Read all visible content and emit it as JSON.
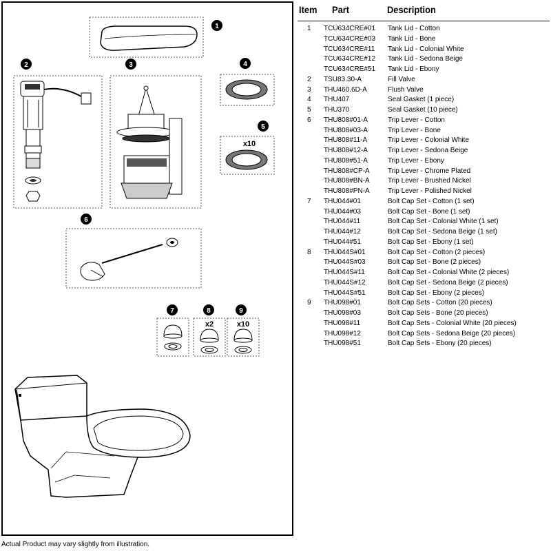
{
  "table": {
    "headers": {
      "item": "Item",
      "part": "Part",
      "description": "Description"
    },
    "rows": [
      {
        "item": "1",
        "part": "TCU634CRE#01",
        "description": "Tank Lid - Cotton"
      },
      {
        "item": "",
        "part": "TCU634CRE#03",
        "description": "Tank Lid - Bone"
      },
      {
        "item": "",
        "part": "TCU634CRE#11",
        "description": "Tank Lid - Colonial White"
      },
      {
        "item": "",
        "part": "TCU634CRE#12",
        "description": "Tank Lid - Sedona Beige"
      },
      {
        "item": "",
        "part": "TCU634CRE#51",
        "description": "Tank Lid - Ebony"
      },
      {
        "item": "2",
        "part": "TSU83.30-A",
        "description": "Fill Valve"
      },
      {
        "item": "3",
        "part": "THU460.6D-A",
        "description": "Flush Valve"
      },
      {
        "item": "4",
        "part": "THU407",
        "description": "Seal Gasket (1 piece)"
      },
      {
        "item": "5",
        "part": "THU370",
        "description": "Seal Gasket (10 piece)"
      },
      {
        "item": "6",
        "part": "THU808#01-A",
        "description": "Trip Lever - Cotton"
      },
      {
        "item": "",
        "part": "THU808#03-A",
        "description": "Trip Lever - Bone"
      },
      {
        "item": "",
        "part": "THU808#11-A",
        "description": "Trip Lever - Colonial White"
      },
      {
        "item": "",
        "part": "THU808#12-A",
        "description": "Trip Lever - Sedona Beige"
      },
      {
        "item": "",
        "part": "THU808#51-A",
        "description": "Trip Lever - Ebony"
      },
      {
        "item": "",
        "part": "THU808#CP-A",
        "description": "Trip Lever - Chrome Plated"
      },
      {
        "item": "",
        "part": "THU808#BN-A",
        "description": "Trip Lever - Brushed Nickel"
      },
      {
        "item": "",
        "part": "THU808#PN-A",
        "description": "Trip Lever - Polished Nickel"
      },
      {
        "item": "7",
        "part": "THU044#01",
        "description": "Bolt Cap Set - Cotton (1 set)"
      },
      {
        "item": "",
        "part": "THU044#03",
        "description": "Bolt Cap Set - Bone (1 set)"
      },
      {
        "item": "",
        "part": "THU044#11",
        "description": "Bolt Cap Set - Colonial White (1 set)"
      },
      {
        "item": "",
        "part": "THU044#12",
        "description": "Bolt Cap Set - Sedona Beige (1 set)"
      },
      {
        "item": "",
        "part": "THU044#51",
        "description": "Bolt Cap Set - Ebony (1 set)"
      },
      {
        "item": "8",
        "part": "THU044S#01",
        "description": "Bolt Cap Set - Cotton (2 pieces)"
      },
      {
        "item": "",
        "part": "THU044S#03",
        "description": "Bolt Cap Set - Bone (2 pieces)"
      },
      {
        "item": "",
        "part": "THU044S#11",
        "description": "Bolt Cap Set - Colonial White (2 pieces)"
      },
      {
        "item": "",
        "part": "THU044S#12",
        "description": "Bolt Cap Set - Sedona Beige (2 pieces)"
      },
      {
        "item": "",
        "part": "THU044S#51",
        "description": "Bolt Cap Set - Ebony (2 pieces)"
      },
      {
        "item": "9",
        "part": "THU098#01",
        "description": "Bolt Cap Sets - Cotton (20 pieces)"
      },
      {
        "item": "",
        "part": "THU098#03",
        "description": "Bolt Cap Sets - Bone (20 pieces)"
      },
      {
        "item": "",
        "part": "THU098#11",
        "description": "Bolt Cap Sets - Colonial White (20 pieces)"
      },
      {
        "item": "",
        "part": "THU098#12",
        "description": "Bolt Cap Sets - Sedona Beige (20 pieces)"
      },
      {
        "item": "",
        "part": "THU098#51",
        "description": "Bolt Cap Sets - Ebony (20 pieces)"
      }
    ]
  },
  "diagram": {
    "callouts": [
      "1",
      "2",
      "3",
      "4",
      "5",
      "6",
      "7",
      "8",
      "9"
    ],
    "qty_labels": {
      "item5": "x10",
      "item8": "x2",
      "item9": "x10"
    }
  },
  "footnote": "Actual Product may vary slightly from illustration.",
  "colors": {
    "ink": "#000000",
    "dash": "#555555",
    "shade": "#888888"
  }
}
